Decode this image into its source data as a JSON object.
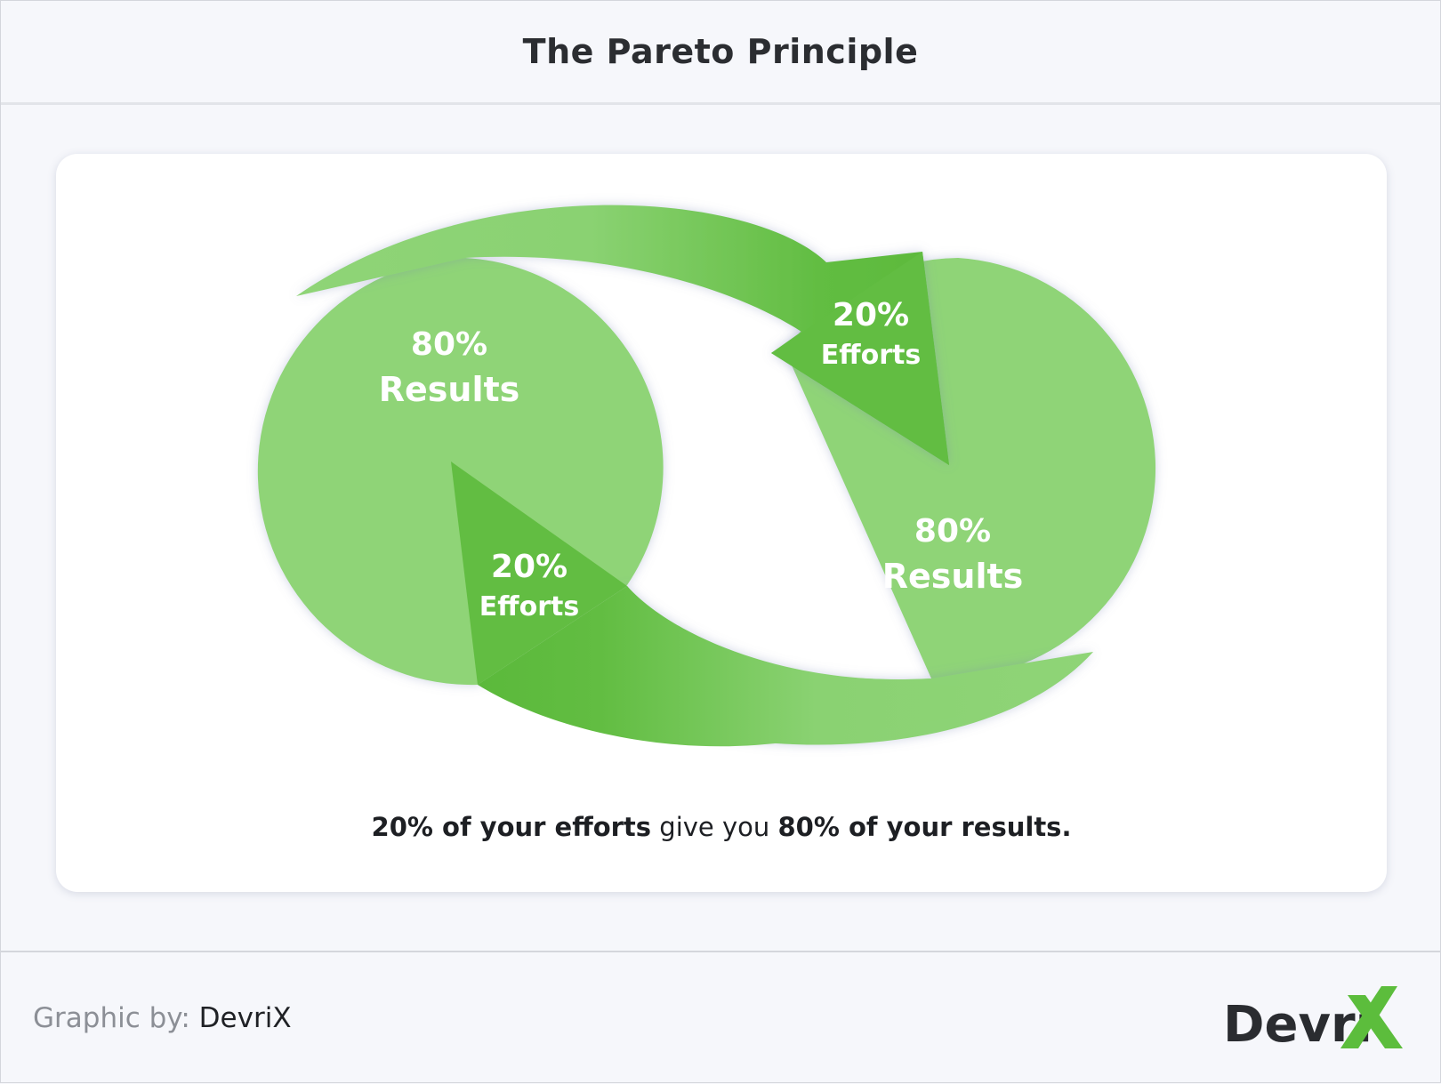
{
  "header": {
    "title": "The Pareto Principle"
  },
  "diagram": {
    "left_circle": {
      "percent": "80%",
      "label": "Results"
    },
    "right_circle": {
      "percent": "80%",
      "label": "Results"
    },
    "top_arrow": {
      "percent": "20%",
      "label": "Efforts"
    },
    "bottom_arrow": {
      "percent": "20%",
      "label": "Efforts"
    },
    "colors": {
      "light_green": "#8fd477",
      "dark_green": "#62bd42",
      "text": "#ffffff",
      "logo_x": "#5cbd3c"
    }
  },
  "caption": {
    "part1": "20% of your efforts",
    "part2": " give you ",
    "part3": "80% of your results."
  },
  "footer": {
    "credit_label": "Graphic by:",
    "credit_name": "DevriX",
    "logo_text": "Devri",
    "logo_mark": "X"
  }
}
